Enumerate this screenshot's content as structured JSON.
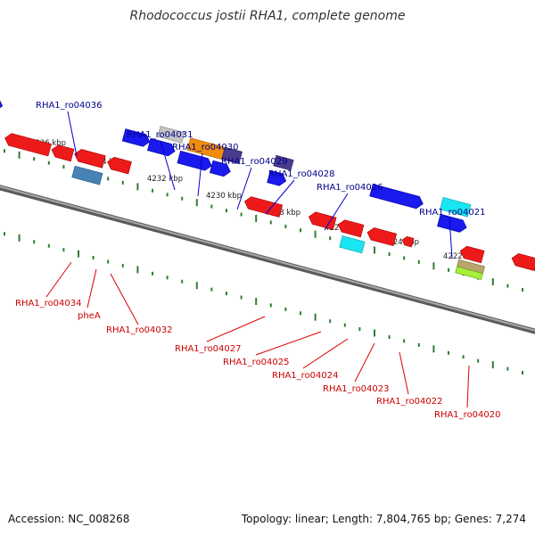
{
  "title": "Rhodococcus jostii RHA1, complete genome",
  "accession": "Accession: NC_008268",
  "summary": "Topology: linear; Length: 7,804,765 bp; Genes: 7,274",
  "colors": {
    "backbone": "#7f7f7f",
    "tick": "#2e7d32",
    "label_top": "#00008b",
    "label_bottom": "#cc0000",
    "callout_top": "#0000cc",
    "callout_bottom": "#dd0000"
  },
  "scale_labels": [
    "4236 kbp",
    "4234 kbp",
    "4232 kbp",
    "4230 kbp",
    "4228 kbp",
    "4226 kbp",
    "4224 kbp",
    "4222 kbp"
  ],
  "genes_top": [
    {
      "name": "RHA1_ro04036"
    },
    {
      "name": "RHA1_ro04031"
    },
    {
      "name": "RHA1_ro04030"
    },
    {
      "name": "RHA1_ro04029"
    },
    {
      "name": "RHA1_ro04028"
    },
    {
      "name": "RHA1_ro04026"
    },
    {
      "name": "RHA1_ro04021"
    }
  ],
  "genes_bottom": [
    {
      "name": "RHA1_ro04034"
    },
    {
      "name": "pheA"
    },
    {
      "name": "RHA1_ro04032"
    },
    {
      "name": "RHA1_ro04027"
    },
    {
      "name": "RHA1_ro04025"
    },
    {
      "name": "RHA1_ro04024"
    },
    {
      "name": "RHA1_ro04023"
    },
    {
      "name": "RHA1_ro04022"
    },
    {
      "name": "RHA1_ro04020"
    }
  ]
}
